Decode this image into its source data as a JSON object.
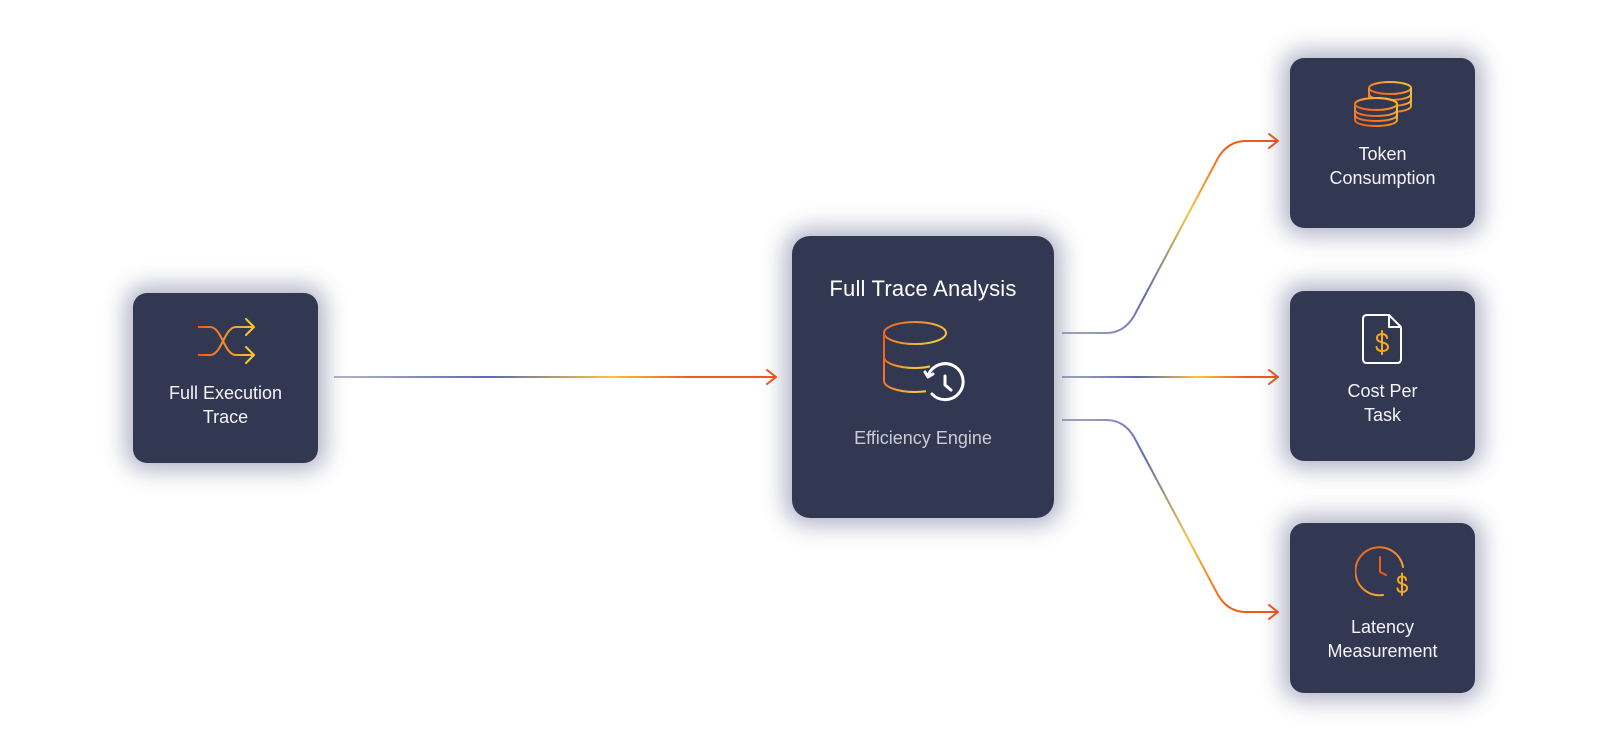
{
  "diagram": {
    "input": {
      "label": "Full Execution\nTrace",
      "icon": "shuffle-icon"
    },
    "engine": {
      "title": "Full Trace Analysis",
      "subtitle": "Efficiency Engine",
      "icon": "database-history-icon"
    },
    "outputs": [
      {
        "label": "Token\nConsumption",
        "icon": "coins-stack-icon"
      },
      {
        "label": "Cost Per\nTask",
        "icon": "document-dollar-icon"
      },
      {
        "label": "Latency\nMeasurement",
        "icon": "clock-dollar-icon"
      }
    ]
  },
  "colors": {
    "node_bg": "#323851",
    "accent_orange": "#f05a1c",
    "accent_yellow": "#f9c536",
    "connector_blue": "#5b6bb0",
    "connector_grey": "#a9abc0",
    "text_light": "#ffffff",
    "text_muted": "#c9ccd8"
  }
}
